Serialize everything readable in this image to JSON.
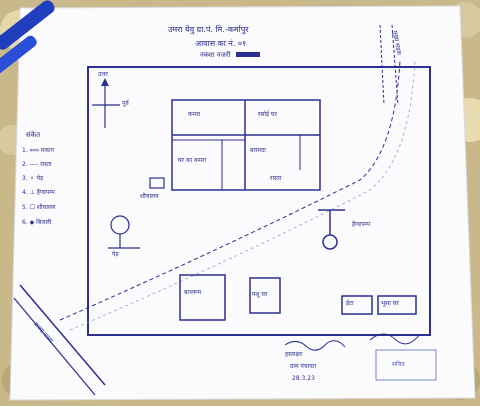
{
  "header": {
    "line1": "उमरा येवु ग्रा.पं. मि.-कर्मापुर",
    "line2": "आवास का नं. ०१",
    "line3": "नक्शा नजरी"
  },
  "compass": {
    "north": "उत्तर",
    "east": "पूर्व"
  },
  "legend": {
    "title": "संकेत",
    "items": [
      "1. ००० मकान",
      "2. ---- रास्ता",
      "3. ⚬ पेड़",
      "4. ⊥ हैण्डपम्प",
      "5. ☐ शौचालय",
      "6. ◆ बिजली"
    ]
  },
  "map": {
    "room_top_left": "कमरा",
    "room_top_right": "रसोई घर",
    "room_mid_left": "घर का कमरा",
    "room_mid_right": "बरामदा",
    "road_label": "रास्ता",
    "handpump_label": "हैण्डपम्प",
    "toilet_label": "शौचालय",
    "tree_label": "पेड़",
    "bottom_box_left": "बाथरूम",
    "bottom_box_mid": "पशु घर",
    "bottom_box_right1": "ईटा",
    "bottom_box_right2": "भूसा घर",
    "side_road_left": "कच्चा रास्ता",
    "side_road_right": "मुख्य सड़क"
  },
  "signature": {
    "line1": "हस्ताक्षर",
    "line2": "ग्राम पंचायत",
    "line3": "28.3.23",
    "stamp": "सचिव"
  },
  "colors": {
    "ink": "#2b2f8f",
    "paper": "#ffffff",
    "pen": "#1f3fbf",
    "fabric": "#c9b98a"
  }
}
